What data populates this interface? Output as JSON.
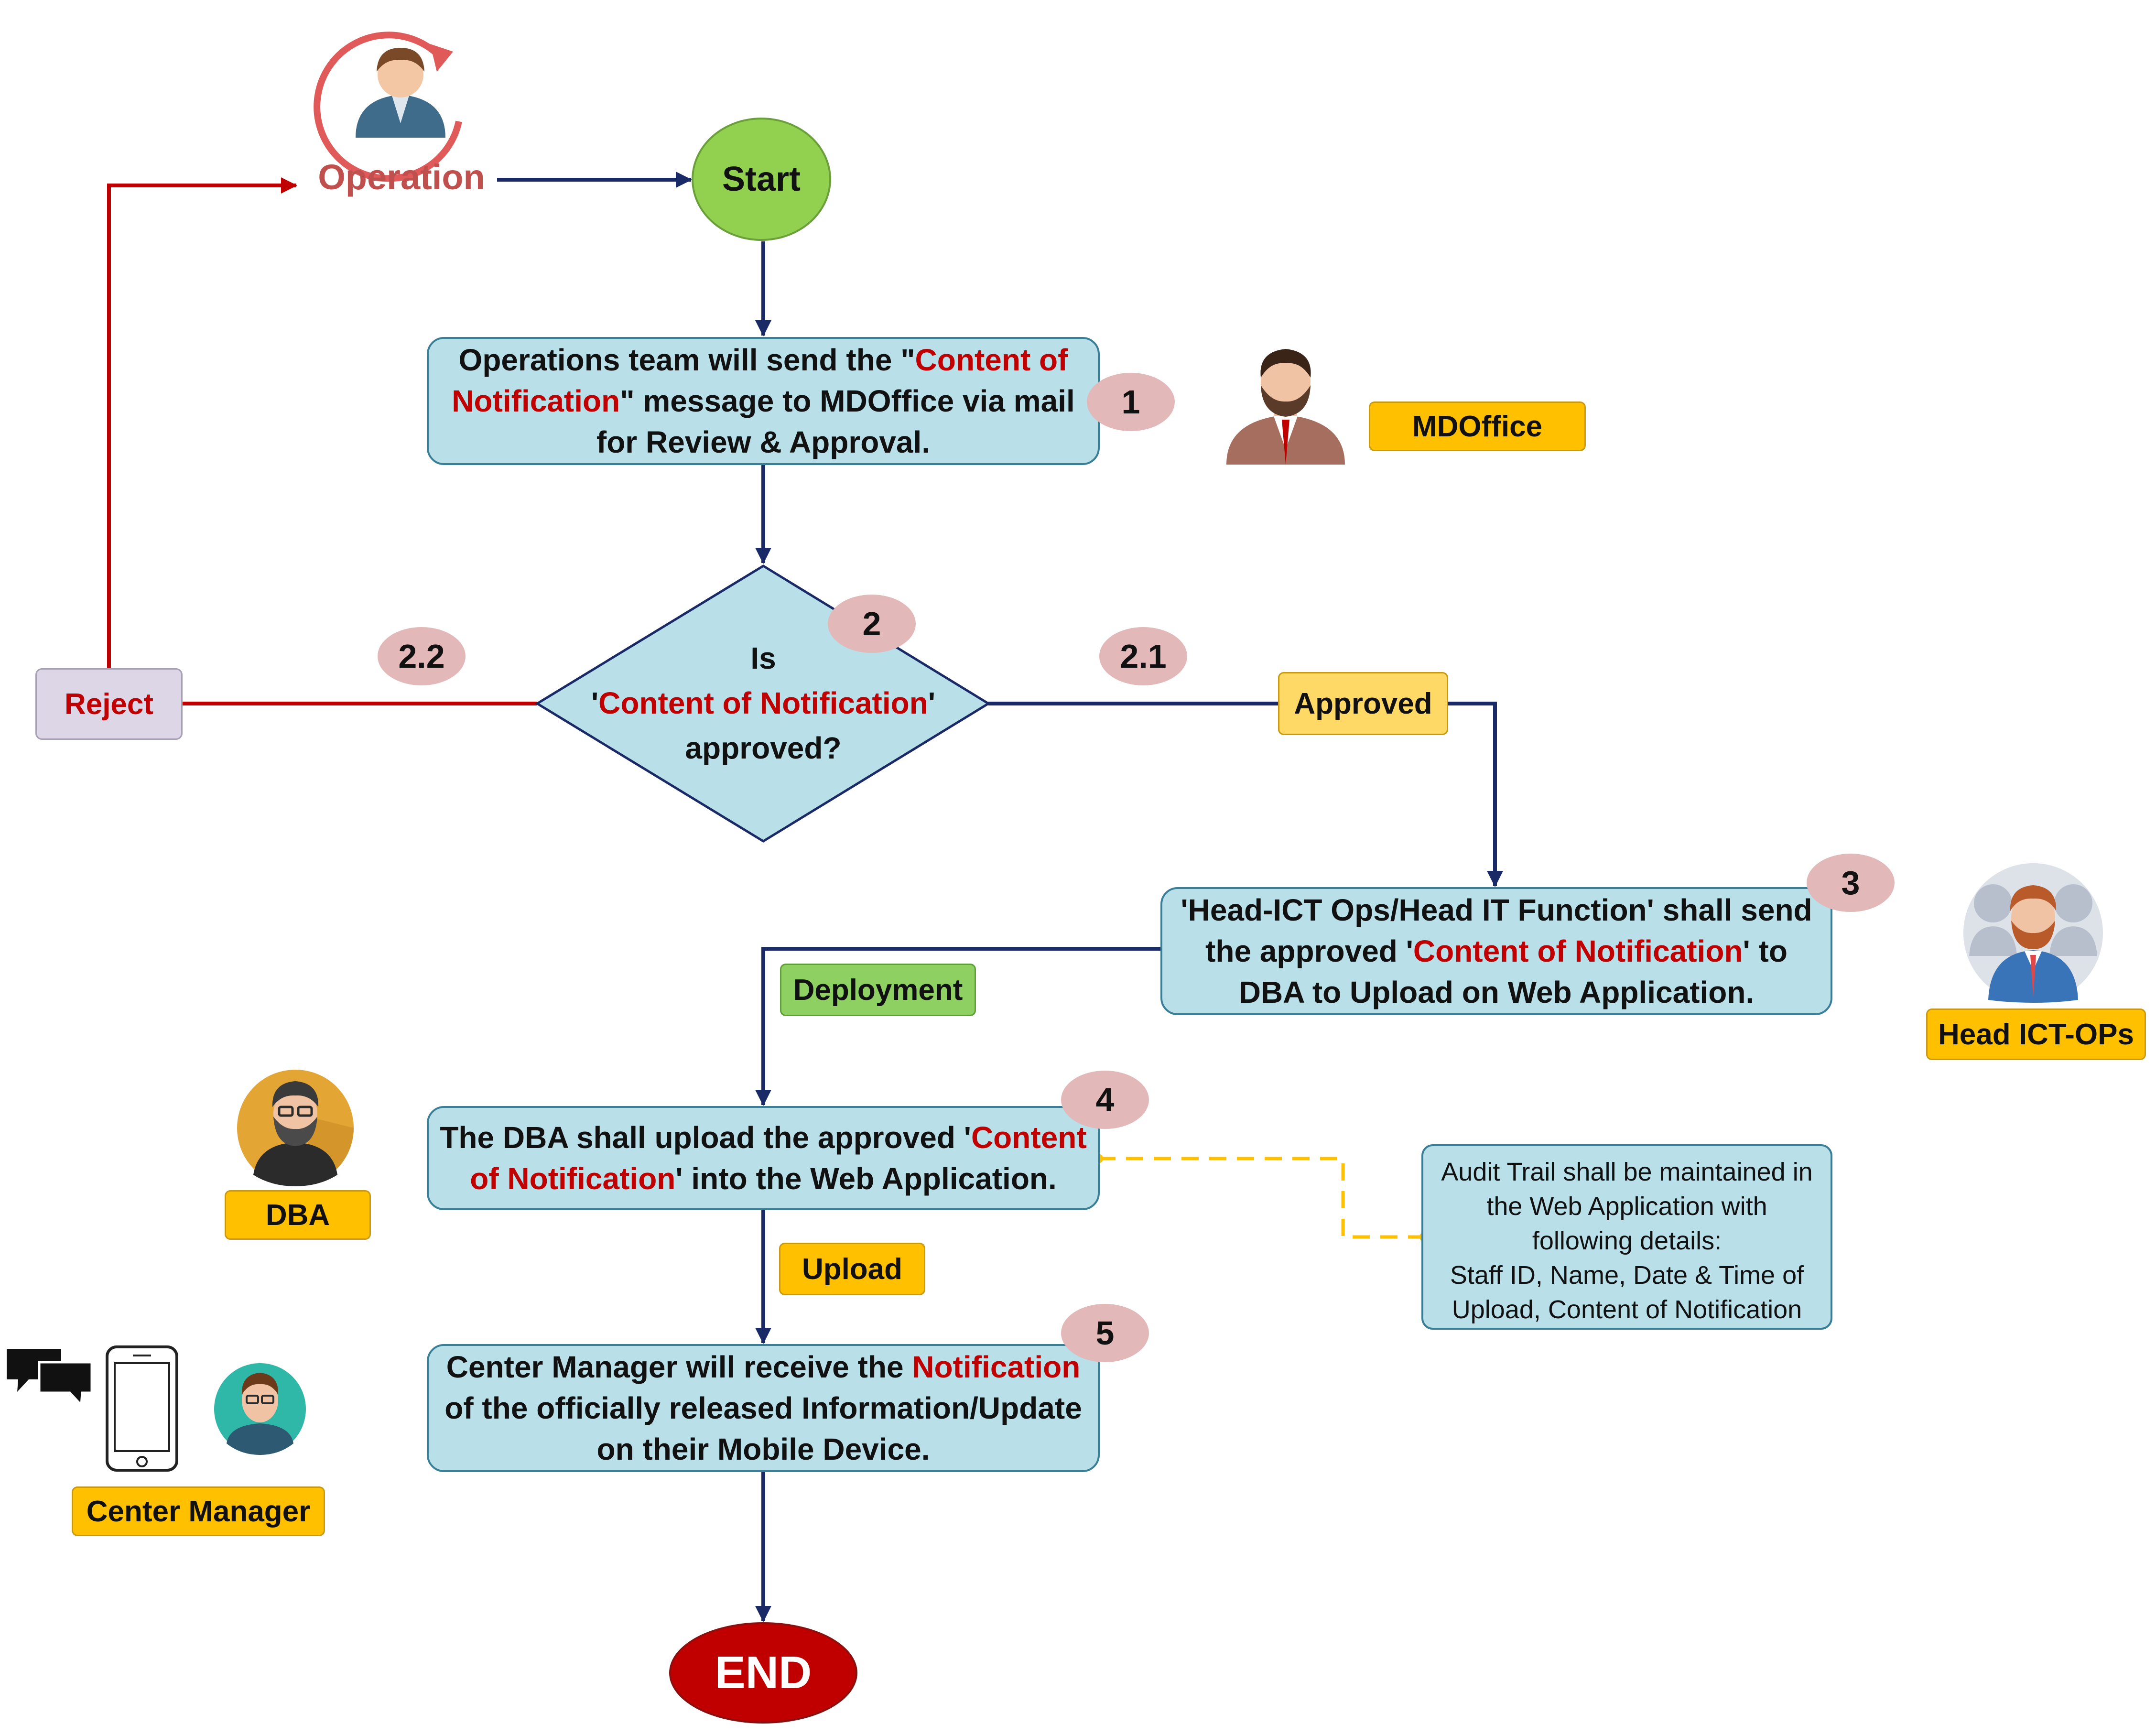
{
  "diagram": {
    "operation_label": "Operation",
    "start_label": "Start",
    "end_label": "END",
    "step1": {
      "text_a": "Operations team will send the \"",
      "text_red": "Content of Notification",
      "text_b": "\" message to MDOffice via mail for Review & Approval.",
      "badge": "1"
    },
    "decision": {
      "line1": "Is",
      "quote_open": "'",
      "red": "Content of Notification",
      "quote_close": "'",
      "line3": "approved?",
      "badge": "2"
    },
    "branch_reject": {
      "badge": "2.2",
      "label": "Reject"
    },
    "branch_approve": {
      "badge": "2.1",
      "label": "Approved"
    },
    "step3": {
      "text_a": "'Head-ICT Ops/Head IT Function' shall send the approved '",
      "text_red": "Content of Notification",
      "text_b": "' to DBA to Upload on Web Application.",
      "badge": "3"
    },
    "deployment_label": "Deployment",
    "step4": {
      "text_a": "The DBA shall upload the approved '",
      "text_red": "Content of Notification",
      "text_b": "' into the Web Application.",
      "badge": "4"
    },
    "upload_label": "Upload",
    "step5": {
      "text_a": "Center Manager will receive the ",
      "text_red": "Notification",
      "text_b": " of the officially released Information/Update on their Mobile Device.",
      "badge": "5"
    },
    "audit_lines": [
      "Audit Trail shall be maintained in",
      "the Web Application with",
      "following details:",
      "Staff ID, Name, Date & Time of",
      "Upload, Content of Notification"
    ],
    "roles": {
      "mdoffice": "MDOffice",
      "head_ict": "Head ICT-OPs",
      "dba": "DBA",
      "center_manager": "Center Manager"
    }
  },
  "colors": {
    "box_fill": "#b9dfe9",
    "box_border": "#3a7f95",
    "flow_arrow": "#1a2a66",
    "reject_arrow": "#c00000",
    "audit_link": "#ffc000",
    "start_fill": "#92d050",
    "end_fill": "#c00000",
    "highlight_text": "#c00000"
  }
}
